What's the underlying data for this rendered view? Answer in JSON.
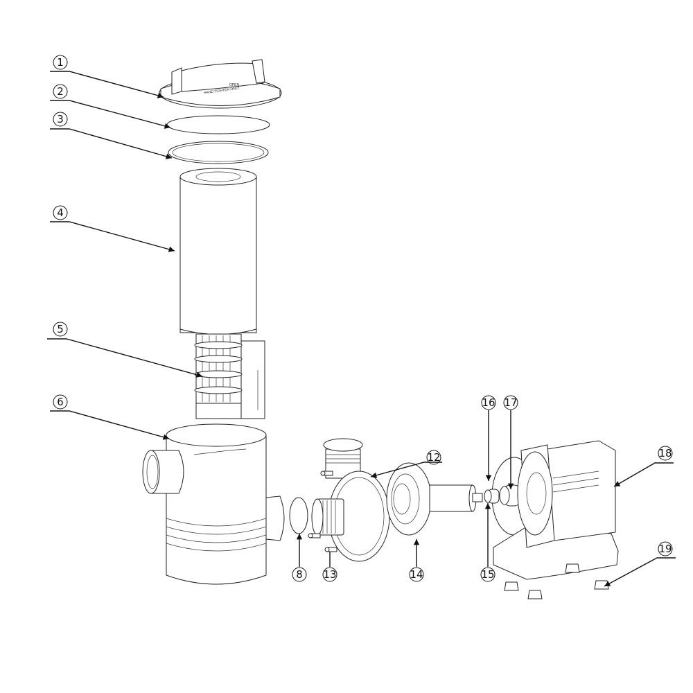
{
  "diagram": {
    "type": "exploded-parts-diagram",
    "subject": "pool pump with strainer basket",
    "lid_text": {
      "line1": "HAND TIGHTEN ONLY",
      "line2": "OPEN"
    },
    "callouts": [
      {
        "id": "1",
        "label": "①",
        "part": "strainer-lid"
      },
      {
        "id": "2",
        "label": "②",
        "part": "lid-o-ring"
      },
      {
        "id": "3",
        "label": "③",
        "part": "lid-locking-ring"
      },
      {
        "id": "4",
        "label": "④",
        "part": "filter-cartridge"
      },
      {
        "id": "5",
        "label": "⑤",
        "part": "strainer-basket"
      },
      {
        "id": "6",
        "label": "⑥",
        "part": "strainer-housing"
      },
      {
        "id": "8",
        "label": "⑧",
        "part": "housing-o-ring"
      },
      {
        "id": "12",
        "label": "⑫",
        "part": "pump-volute"
      },
      {
        "id": "13",
        "label": "⑬",
        "part": "volute-screws"
      },
      {
        "id": "14",
        "label": "⑭",
        "part": "impeller-diffuser"
      },
      {
        "id": "15",
        "label": "⑮",
        "part": "shaft-bushing"
      },
      {
        "id": "16",
        "label": "⑯",
        "part": "motor-o-ring"
      },
      {
        "id": "17",
        "label": "⑰",
        "part": "shaft-seal"
      },
      {
        "id": "18",
        "label": "⑱",
        "part": "motor-housing"
      },
      {
        "id": "19",
        "label": "⑲",
        "part": "rubber-feet"
      }
    ]
  }
}
